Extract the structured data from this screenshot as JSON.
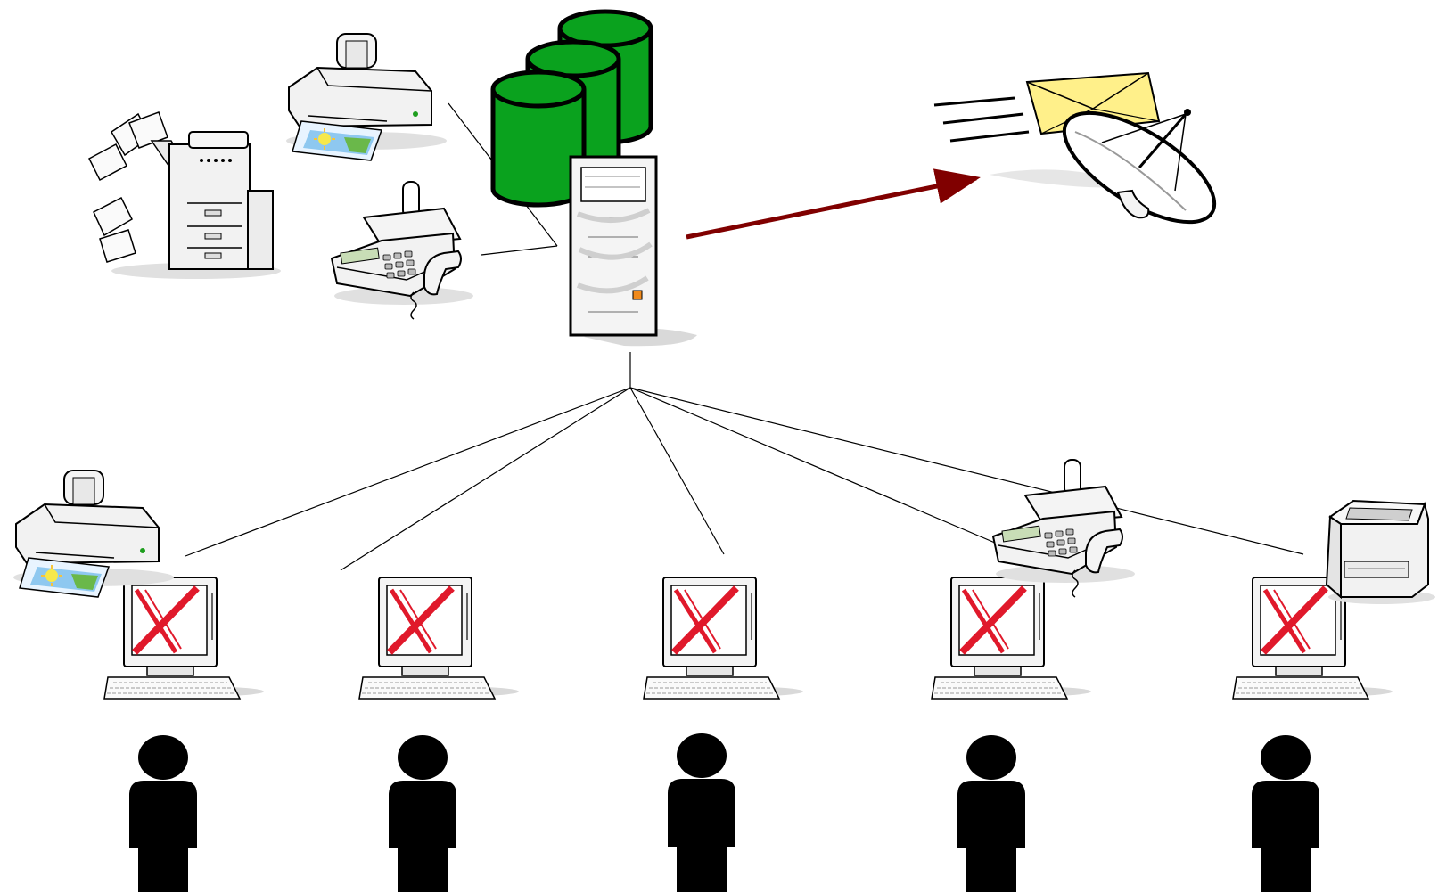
{
  "diagram": {
    "colors": {
      "background": "#ffffff",
      "database": "#0aa21e",
      "arrow": "#800000",
      "error_x": "#e0192b",
      "user": "#000000",
      "envelope": "#fff08a",
      "device_body": "#f2f2f2",
      "line": "#000000"
    },
    "server": {
      "icon": "server-tower-icon"
    },
    "database": {
      "icon": "database-stack-icon",
      "cylinders": 3
    },
    "shared_devices": [
      {
        "icon": "copier-icon"
      },
      {
        "icon": "inkjet-printer-icon"
      },
      {
        "icon": "fax-machine-icon"
      }
    ],
    "remote": {
      "icon": "satellite-dish-email-icon"
    },
    "workstations": [
      {
        "id": 1,
        "status_icon": "error-x-icon",
        "attached_device": "inkjet-printer-icon"
      },
      {
        "id": 2,
        "status_icon": "error-x-icon",
        "attached_device": ""
      },
      {
        "id": 3,
        "status_icon": "error-x-icon",
        "attached_device": ""
      },
      {
        "id": 4,
        "status_icon": "error-x-icon",
        "attached_device": "fax-machine-icon"
      },
      {
        "id": 5,
        "status_icon": "error-x-icon",
        "attached_device": "laser-printer-icon"
      }
    ]
  }
}
